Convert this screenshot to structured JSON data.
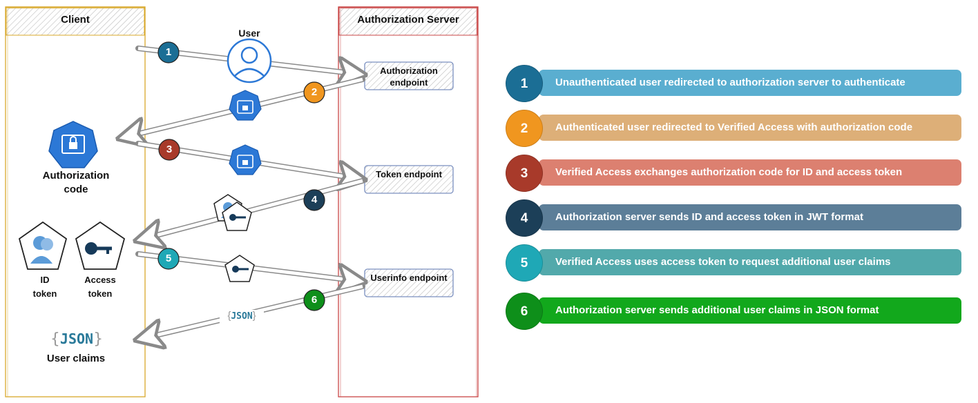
{
  "lanes": {
    "client": "Client",
    "server": "Authorization Server"
  },
  "labels": {
    "user": "User",
    "auth_code": "Authorization code",
    "id_token": "ID token",
    "access_token": "Access token",
    "user_claims": "User claims",
    "json": "JSON"
  },
  "endpoints": {
    "authorization": "Authorization endpoint",
    "token": "Token endpoint",
    "userinfo": "Userinfo endpoint"
  },
  "steps": [
    {
      "number": "1",
      "text": "Unauthenticated user redirected to authorization server to authenticate",
      "badge_color": "#1b6e95",
      "bar_color": "#5aaed0"
    },
    {
      "number": "2",
      "text": "Authenticated user redirected to Verified Access with authorization code",
      "badge_color": "#f0961f",
      "bar_color": "#ddaf78"
    },
    {
      "number": "3",
      "text": "Verified Access exchanges authorization code for ID and access token",
      "badge_color": "#a83a2a",
      "bar_color": "#dc8070"
    },
    {
      "number": "4",
      "text": "Authorization server sends ID and access token in JWT format",
      "badge_color": "#1c3f58",
      "bar_color": "#5c7e98"
    },
    {
      "number": "5",
      "text": "Verified Access uses access token to request additional user claims",
      "badge_color": "#1fa8b6",
      "bar_color": "#52a9ab"
    },
    {
      "number": "6",
      "text": "Authorization server sends additional user claims in JSON format",
      "badge_color": "#0e8f1a",
      "bar_color": "#12a81c"
    }
  ],
  "colors": {
    "client_lane": "#d8a82a",
    "server_lane": "#c94545",
    "icon_blue": "#2c78d6",
    "hatch": "#bbbbbb"
  },
  "icons": [
    "user-icon",
    "lock-badge-icon",
    "id-token-icon",
    "access-key-icon",
    "json-icon"
  ]
}
